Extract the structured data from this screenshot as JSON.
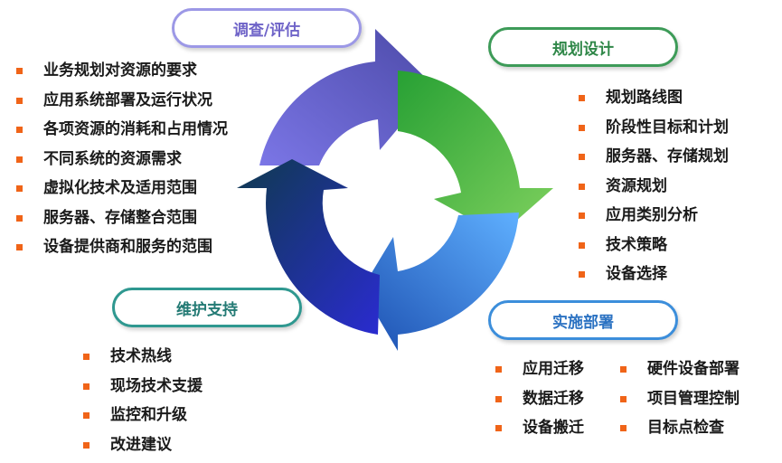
{
  "phases": {
    "survey": {
      "title": "调查/评估",
      "items": [
        "业务规划对资源的要求",
        "应用系统部署及运行状况",
        "各项资源的消耗和占用情况",
        "不同系统的资源需求",
        "虚拟化技术及适用范围",
        "服务器、存储整合范围",
        "设备提供商和服务的范围"
      ]
    },
    "plan": {
      "title": "规划设计",
      "items": [
        "规划路线图",
        "阶段性目标和计划",
        "服务器、存储规划",
        "资源规划",
        "应用类别分析",
        "技术策略",
        "设备选择"
      ]
    },
    "maint": {
      "title": "维护支持",
      "items": [
        "技术热线",
        "现场技术支援",
        "监控和升级",
        "改进建议"
      ]
    },
    "deploy": {
      "title": "实施部署",
      "items_left": [
        "应用迁移",
        "数据迁移",
        "设备搬迁"
      ],
      "items_right": [
        "硬件设备部署",
        "项目管理控制",
        "目标点检查"
      ]
    }
  },
  "colors": {
    "survey": "#8f89ea",
    "plan": "#46b443",
    "deploy": "#3b8fe3",
    "maint": "#1c2da0",
    "bullet": "#f06418"
  }
}
